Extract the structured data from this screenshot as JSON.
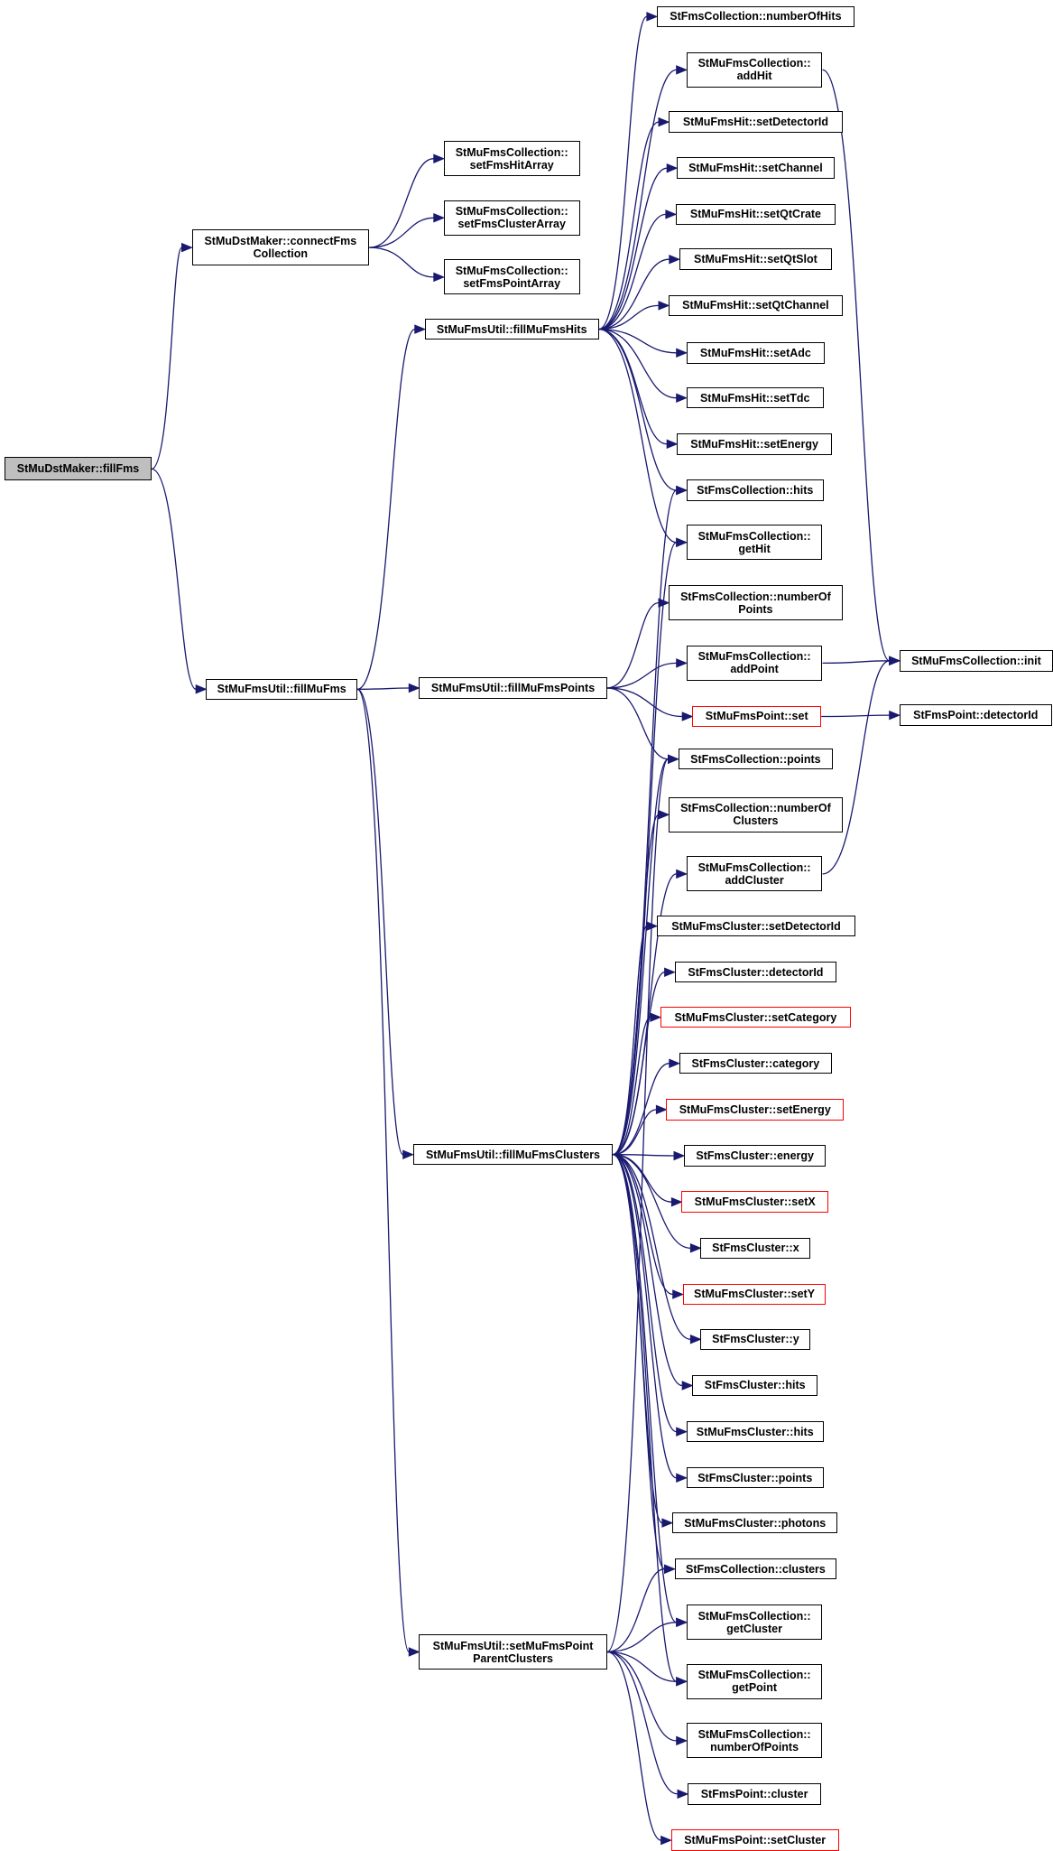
{
  "colors": {
    "edge": "#191970",
    "node_border": "#000000",
    "root_fill": "#bfbfbf",
    "alt_border": "#ff0000"
  },
  "nodes": [
    {
      "id": "n1",
      "lines": [
        "StMuDstMaker::fillFms"
      ],
      "style": "root"
    },
    {
      "id": "n2",
      "lines": [
        "StMuDstMaker::connectFms",
        "Collection"
      ]
    },
    {
      "id": "n3",
      "lines": [
        "StMuFmsUtil::fillMuFms"
      ]
    },
    {
      "id": "n4",
      "lines": [
        "StMuFmsCollection::",
        "setFmsHitArray"
      ]
    },
    {
      "id": "n5",
      "lines": [
        "StMuFmsCollection::",
        "setFmsClusterArray"
      ]
    },
    {
      "id": "n6",
      "lines": [
        "StMuFmsCollection::",
        "setFmsPointArray"
      ]
    },
    {
      "id": "n7",
      "lines": [
        "StMuFmsUtil::fillMuFmsHits"
      ]
    },
    {
      "id": "n8",
      "lines": [
        "StMuFmsUtil::fillMuFmsPoints"
      ]
    },
    {
      "id": "n9",
      "lines": [
        "StMuFmsUtil::fillMuFmsClusters"
      ]
    },
    {
      "id": "n10",
      "lines": [
        "StMuFmsUtil::setMuFmsPoint",
        "ParentClusters"
      ]
    },
    {
      "id": "n11",
      "lines": [
        "StFmsCollection::numberOfHits"
      ]
    },
    {
      "id": "n12",
      "lines": [
        "StMuFmsCollection::",
        "addHit"
      ]
    },
    {
      "id": "n13",
      "lines": [
        "StMuFmsHit::setDetectorId"
      ]
    },
    {
      "id": "n14",
      "lines": [
        "StMuFmsHit::setChannel"
      ]
    },
    {
      "id": "n15",
      "lines": [
        "StMuFmsHit::setQtCrate"
      ]
    },
    {
      "id": "n16",
      "lines": [
        "StMuFmsHit::setQtSlot"
      ]
    },
    {
      "id": "n17",
      "lines": [
        "StMuFmsHit::setQtChannel"
      ]
    },
    {
      "id": "n18",
      "lines": [
        "StMuFmsHit::setAdc"
      ]
    },
    {
      "id": "n19",
      "lines": [
        "StMuFmsHit::setTdc"
      ]
    },
    {
      "id": "n20",
      "lines": [
        "StMuFmsHit::setEnergy"
      ]
    },
    {
      "id": "n21",
      "lines": [
        "StFmsCollection::hits"
      ]
    },
    {
      "id": "n22",
      "lines": [
        "StMuFmsCollection::",
        "getHit"
      ]
    },
    {
      "id": "n23",
      "lines": [
        "StFmsCollection::numberOf",
        "Points"
      ]
    },
    {
      "id": "n24",
      "lines": [
        "StMuFmsCollection::",
        "addPoint"
      ]
    },
    {
      "id": "n25",
      "lines": [
        "StMuFmsPoint::set"
      ],
      "style": "red"
    },
    {
      "id": "n26",
      "lines": [
        "StFmsCollection::points"
      ]
    },
    {
      "id": "n27",
      "lines": [
        "StFmsCollection::numberOf",
        "Clusters"
      ]
    },
    {
      "id": "n28",
      "lines": [
        "StMuFmsCollection::",
        "addCluster"
      ]
    },
    {
      "id": "n29",
      "lines": [
        "StMuFmsCluster::setDetectorId"
      ]
    },
    {
      "id": "n30",
      "lines": [
        "StFmsCluster::detectorId"
      ]
    },
    {
      "id": "n31",
      "lines": [
        "StMuFmsCluster::setCategory"
      ],
      "style": "red"
    },
    {
      "id": "n32",
      "lines": [
        "StFmsCluster::category"
      ]
    },
    {
      "id": "n33",
      "lines": [
        "StMuFmsCluster::setEnergy"
      ],
      "style": "red"
    },
    {
      "id": "n34",
      "lines": [
        "StFmsCluster::energy"
      ]
    },
    {
      "id": "n35",
      "lines": [
        "StMuFmsCluster::setX"
      ],
      "style": "red"
    },
    {
      "id": "n36",
      "lines": [
        "StFmsCluster::x"
      ]
    },
    {
      "id": "n37",
      "lines": [
        "StMuFmsCluster::setY"
      ],
      "style": "red"
    },
    {
      "id": "n38",
      "lines": [
        "StFmsCluster::y"
      ]
    },
    {
      "id": "n39",
      "lines": [
        "StFmsCluster::hits"
      ]
    },
    {
      "id": "n40",
      "lines": [
        "StMuFmsCluster::hits"
      ]
    },
    {
      "id": "n41",
      "lines": [
        "StFmsCluster::points"
      ]
    },
    {
      "id": "n42",
      "lines": [
        "StMuFmsCluster::photons"
      ]
    },
    {
      "id": "n43",
      "lines": [
        "StFmsCollection::clusters"
      ]
    },
    {
      "id": "n44",
      "lines": [
        "StMuFmsCollection::",
        "getCluster"
      ]
    },
    {
      "id": "n45",
      "lines": [
        "StMuFmsCollection::",
        "getPoint"
      ]
    },
    {
      "id": "n46",
      "lines": [
        "StMuFmsCollection::",
        "numberOfPoints"
      ]
    },
    {
      "id": "n47",
      "lines": [
        "StFmsPoint::cluster"
      ]
    },
    {
      "id": "n48",
      "lines": [
        "StMuFmsPoint::setCluster"
      ],
      "style": "red"
    },
    {
      "id": "n49",
      "lines": [
        "StMuFmsCollection::init"
      ]
    },
    {
      "id": "n50",
      "lines": [
        "StFmsPoint::detectorId"
      ]
    }
  ],
  "edges": [
    [
      "n1",
      "n2"
    ],
    [
      "n1",
      "n3"
    ],
    [
      "n2",
      "n4"
    ],
    [
      "n2",
      "n5"
    ],
    [
      "n2",
      "n6"
    ],
    [
      "n3",
      "n7"
    ],
    [
      "n3",
      "n8"
    ],
    [
      "n3",
      "n9"
    ],
    [
      "n3",
      "n10"
    ],
    [
      "n7",
      "n11"
    ],
    [
      "n7",
      "n12"
    ],
    [
      "n7",
      "n13"
    ],
    [
      "n7",
      "n14"
    ],
    [
      "n7",
      "n15"
    ],
    [
      "n7",
      "n16"
    ],
    [
      "n7",
      "n17"
    ],
    [
      "n7",
      "n18"
    ],
    [
      "n7",
      "n19"
    ],
    [
      "n7",
      "n20"
    ],
    [
      "n7",
      "n21"
    ],
    [
      "n7",
      "n22"
    ],
    [
      "n8",
      "n23"
    ],
    [
      "n8",
      "n24"
    ],
    [
      "n8",
      "n25"
    ],
    [
      "n8",
      "n26"
    ],
    [
      "n9",
      "n21"
    ],
    [
      "n9",
      "n22"
    ],
    [
      "n9",
      "n26"
    ],
    [
      "n9",
      "n27"
    ],
    [
      "n9",
      "n28"
    ],
    [
      "n9",
      "n29"
    ],
    [
      "n9",
      "n30"
    ],
    [
      "n9",
      "n31"
    ],
    [
      "n9",
      "n32"
    ],
    [
      "n9",
      "n33"
    ],
    [
      "n9",
      "n34"
    ],
    [
      "n9",
      "n35"
    ],
    [
      "n9",
      "n36"
    ],
    [
      "n9",
      "n37"
    ],
    [
      "n9",
      "n38"
    ],
    [
      "n9",
      "n39"
    ],
    [
      "n9",
      "n40"
    ],
    [
      "n9",
      "n41"
    ],
    [
      "n9",
      "n42"
    ],
    [
      "n9",
      "n43"
    ],
    [
      "n9",
      "n44"
    ],
    [
      "n9",
      "n45"
    ],
    [
      "n10",
      "n26"
    ],
    [
      "n10",
      "n43"
    ],
    [
      "n10",
      "n44"
    ],
    [
      "n10",
      "n45"
    ],
    [
      "n10",
      "n46"
    ],
    [
      "n10",
      "n47"
    ],
    [
      "n10",
      "n48"
    ],
    [
      "n12",
      "n49"
    ],
    [
      "n24",
      "n49"
    ],
    [
      "n28",
      "n49"
    ],
    [
      "n25",
      "n50"
    ]
  ]
}
